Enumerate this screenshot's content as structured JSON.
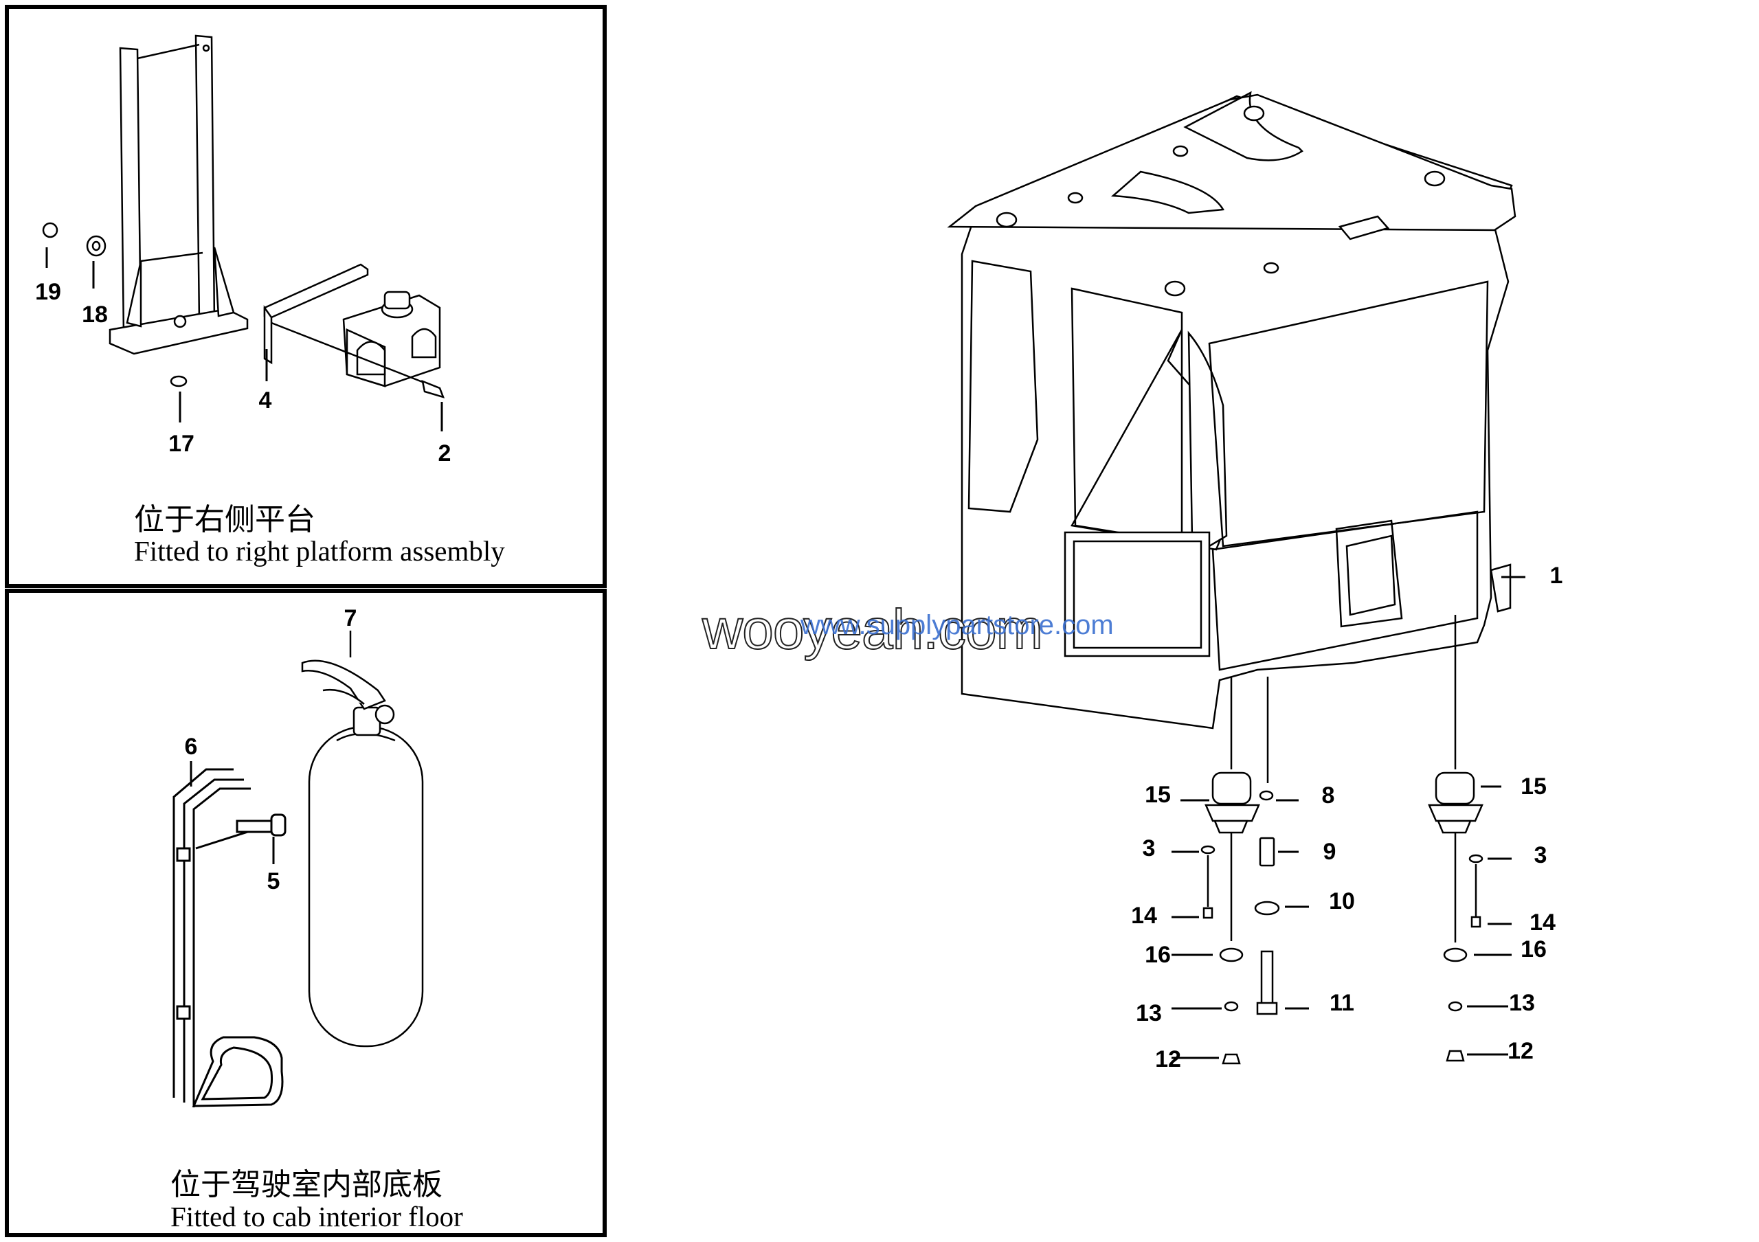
{
  "panels": {
    "platform": {
      "caption_zh": "位于右侧平台",
      "caption_en": "Fitted to right platform assembly"
    },
    "floor": {
      "caption_zh": "位于驾驶室内部底板",
      "caption_en": "Fitted to cab interior floor"
    }
  },
  "callouts": {
    "n1": "1",
    "n2": "2",
    "n3a": "3",
    "n3b": "3",
    "n4": "4",
    "n5": "5",
    "n6": "6",
    "n7": "7",
    "n8": "8",
    "n9": "9",
    "n10": "10",
    "n11": "11",
    "n12a": "12",
    "n12b": "12",
    "n13a": "13",
    "n13b": "13",
    "n14a": "14",
    "n14b": "14",
    "n15a": "15",
    "n15b": "15",
    "n16a": "16",
    "n16b": "16",
    "n17": "17",
    "n18": "18",
    "n19": "19"
  },
  "watermark": {
    "brand": "wooyeah.com",
    "url": "www.supplypartstore.com"
  },
  "colors": {
    "line": "#000000",
    "background": "#ffffff",
    "watermark_url": "#3a6fd0"
  }
}
